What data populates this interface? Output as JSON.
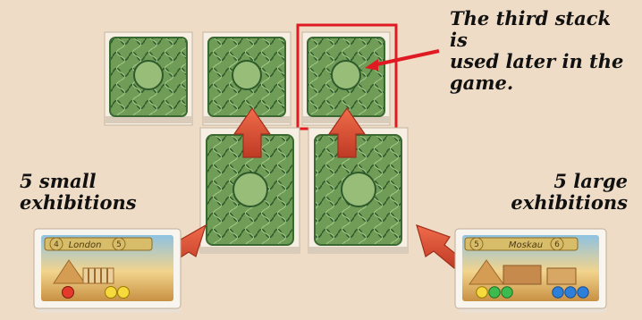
{
  "callout": {
    "text": "The third stack is\nused later in the\ngame."
  },
  "left_label": {
    "text": "5 small\nexhibitions"
  },
  "right_label": {
    "text": "5 large\nexhibitions"
  },
  "left_exhibition": {
    "city": "London",
    "value_left": "4",
    "value_right": "5",
    "tokens": [
      "red",
      "yellow",
      "yellow"
    ]
  },
  "right_exhibition": {
    "city": "Moskau",
    "value_left": "5",
    "value_right": "6",
    "tokens": [
      "yellow",
      "green",
      "green",
      "blue",
      "blue",
      "blue"
    ]
  },
  "colors": {
    "background": "#efdcc6",
    "card_back": "#5f8f48",
    "highlight": "#e01a22",
    "arrow": "#d9472b"
  }
}
